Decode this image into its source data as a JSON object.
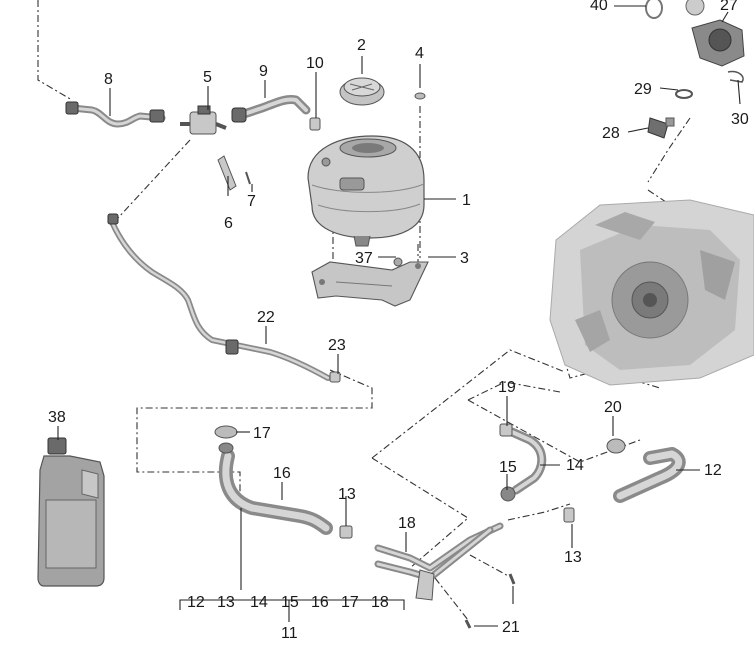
{
  "callouts": [
    {
      "id": "c1",
      "text": "1"
    },
    {
      "id": "c2",
      "text": "2"
    },
    {
      "id": "c3",
      "text": "3"
    },
    {
      "id": "c4",
      "text": "4"
    },
    {
      "id": "c5",
      "text": "5"
    },
    {
      "id": "c6",
      "text": "6"
    },
    {
      "id": "c7",
      "text": "7"
    },
    {
      "id": "c8",
      "text": "8"
    },
    {
      "id": "c9",
      "text": "9"
    },
    {
      "id": "c10",
      "text": "10"
    },
    {
      "id": "c11",
      "text": "11"
    },
    {
      "id": "c12a",
      "text": "12"
    },
    {
      "id": "c13a",
      "text": "13"
    },
    {
      "id": "c13b",
      "text": "13"
    },
    {
      "id": "c14",
      "text": "14"
    },
    {
      "id": "c15",
      "text": "15"
    },
    {
      "id": "c16",
      "text": "16"
    },
    {
      "id": "c17",
      "text": "17"
    },
    {
      "id": "c18",
      "text": "18"
    },
    {
      "id": "c19",
      "text": "19"
    },
    {
      "id": "c20",
      "text": "20"
    },
    {
      "id": "c21",
      "text": "21"
    },
    {
      "id": "c22",
      "text": "22"
    },
    {
      "id": "c23",
      "text": "23"
    },
    {
      "id": "c27",
      "text": "27"
    },
    {
      "id": "c28",
      "text": "28"
    },
    {
      "id": "c29",
      "text": "29"
    },
    {
      "id": "c30",
      "text": "30"
    },
    {
      "id": "c37",
      "text": "37"
    },
    {
      "id": "c38",
      "text": "38"
    },
    {
      "id": "c40",
      "text": "40"
    }
  ],
  "group_11": {
    "label": "11",
    "members": [
      "12",
      "13",
      "14",
      "15",
      "16",
      "17",
      "18"
    ]
  }
}
